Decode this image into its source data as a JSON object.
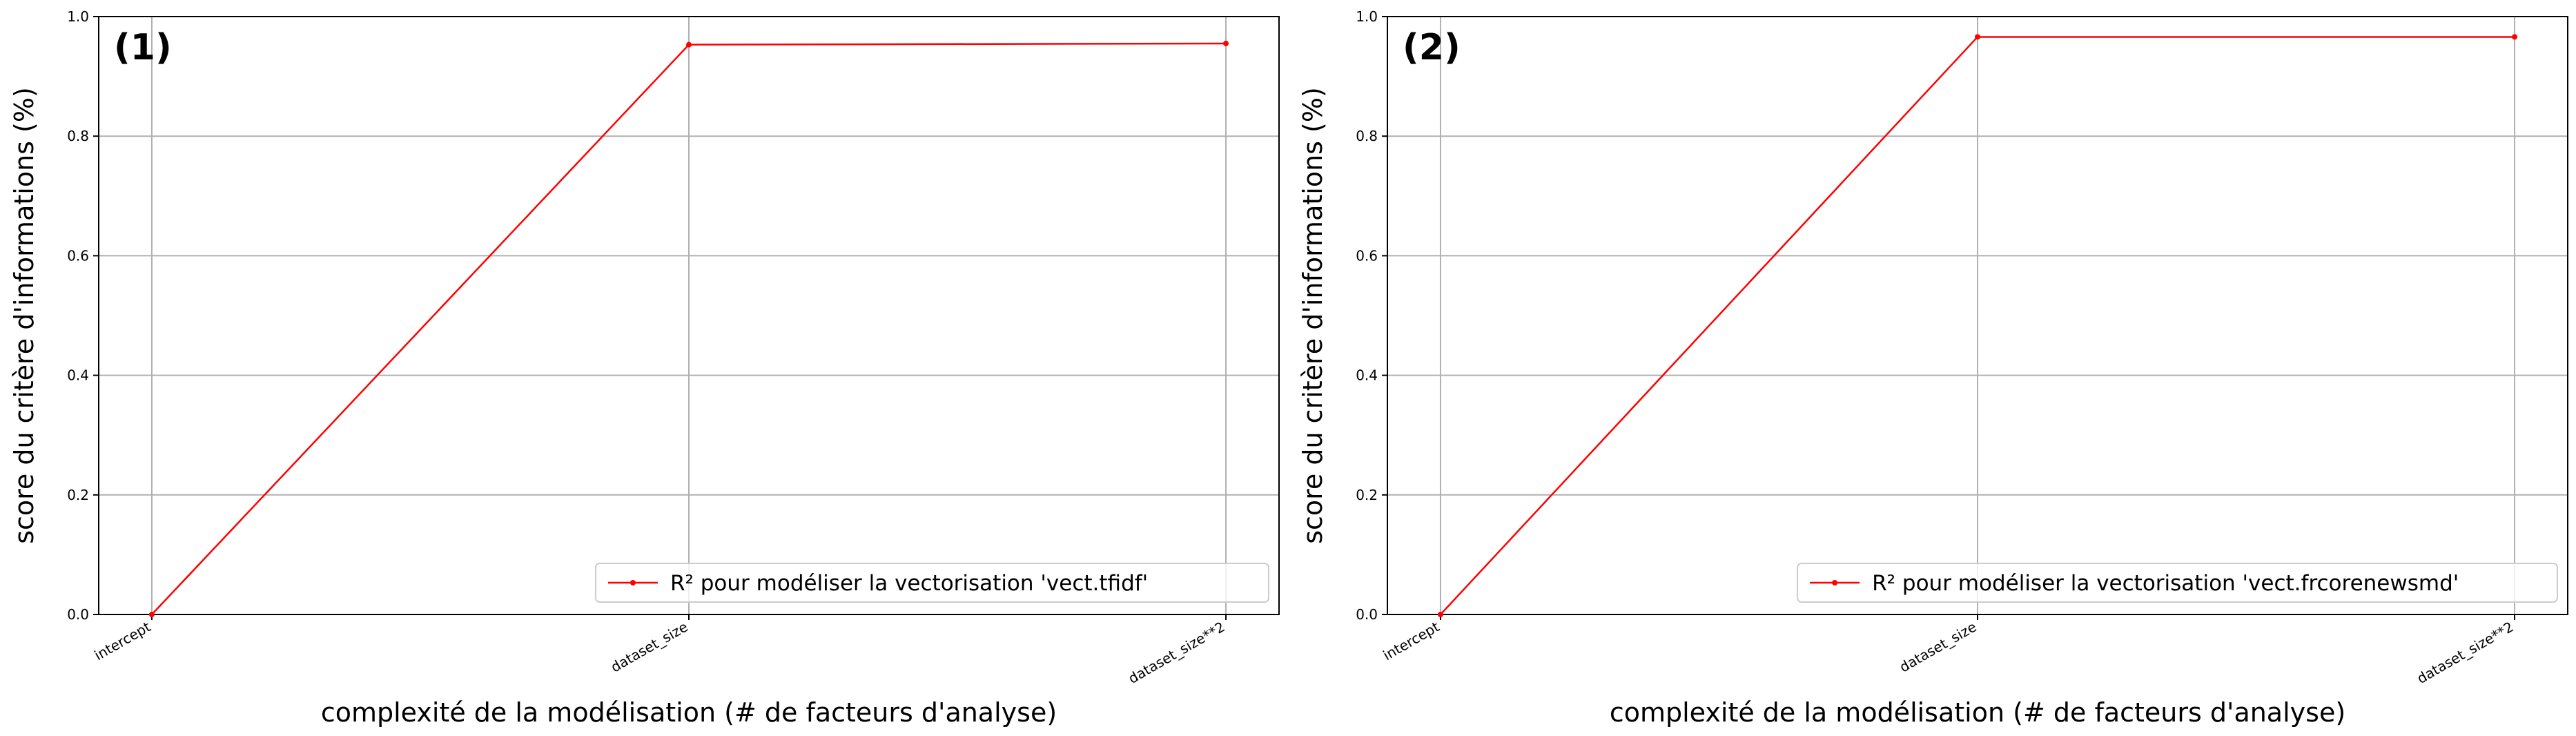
{
  "chart_data": [
    {
      "type": "line",
      "panel_label": "(1)",
      "categories": [
        "intercept",
        "dataset_size",
        "dataset_size**2"
      ],
      "series": [
        {
          "name": "R² pour modéliser la vectorisation 'vect.tfidf'",
          "values": [
            0.0,
            0.953,
            0.955
          ],
          "color": "#ff0000"
        }
      ],
      "xlabel": "complexité de la modélisation (# de facteurs d'analyse)",
      "ylabel": "score du critère d'informations (%)",
      "ylim": [
        0,
        1.0
      ],
      "yticks": [
        "0.0",
        "0.2",
        "0.4",
        "0.6",
        "0.8",
        "1.0"
      ],
      "grid": true,
      "legend_position": "lower-right"
    },
    {
      "type": "line",
      "panel_label": "(2)",
      "categories": [
        "intercept",
        "dataset_size",
        "dataset_size**2"
      ],
      "series": [
        {
          "name": "R² pour modéliser la vectorisation 'vect.frcorenewsmd'",
          "values": [
            0.0,
            0.966,
            0.966
          ],
          "color": "#ff0000"
        }
      ],
      "xlabel": "complexité de la modélisation (# de facteurs d'analyse)",
      "ylabel": "score du critère d'informations (%)",
      "ylim": [
        0,
        1.0
      ],
      "yticks": [
        "0.0",
        "0.2",
        "0.4",
        "0.6",
        "0.8",
        "1.0"
      ],
      "grid": true,
      "legend_position": "lower-right"
    }
  ]
}
